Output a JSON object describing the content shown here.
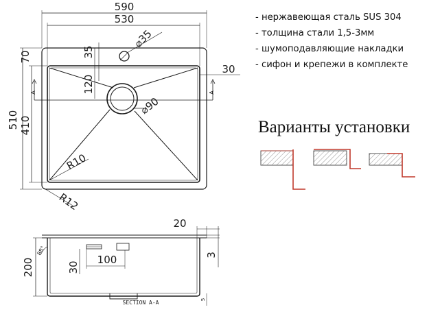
{
  "specs": [
    "- нержавеющая сталь SUS 304",
    "- толщина стали 1,5-3мм",
    "- шумоподавляющие накладки",
    "- сифон и крепежи в комплекте"
  ],
  "install_title": "Варианты установки",
  "dimensions": {
    "overall_width": "590",
    "bowl_width": "530",
    "overflow_diameter": "⌀35",
    "overall_depth": "510",
    "bowl_depth": "410",
    "top_margin": "70",
    "overflow_offset": "35",
    "drain_offset": "120",
    "side_margin": "30",
    "drain_diameter": "⌀90",
    "inner_radius": "R10",
    "outer_radius": "R12",
    "flange_width": "20",
    "flange_thickness": "3",
    "bowl_height": "200",
    "drain_height": "30",
    "drain_spacing": "100",
    "angle": "88°",
    "bottom_gap": "5"
  },
  "section_markers": {
    "left": "A",
    "right": "A"
  },
  "section_title": "SECTION A-A",
  "colors": {
    "line": "#1a1a1a",
    "hatch_fill": "#f2f2f2",
    "mount_line": "#c0392b"
  }
}
